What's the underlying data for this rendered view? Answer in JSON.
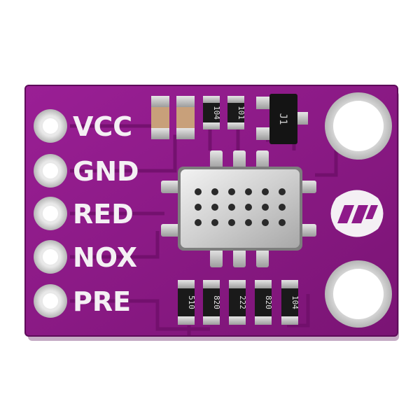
{
  "board": {
    "pcb_color": "#8e1a8a",
    "silk_color": "#f4f0f4",
    "pins": [
      "VCC",
      "GND",
      "RED",
      "NOX",
      "PRE"
    ],
    "chip_markings_top": [
      "104",
      "101"
    ],
    "chip_markings_bottom": [
      "510",
      "820",
      "222",
      "820",
      "104"
    ],
    "transistor_marking": "J1"
  }
}
